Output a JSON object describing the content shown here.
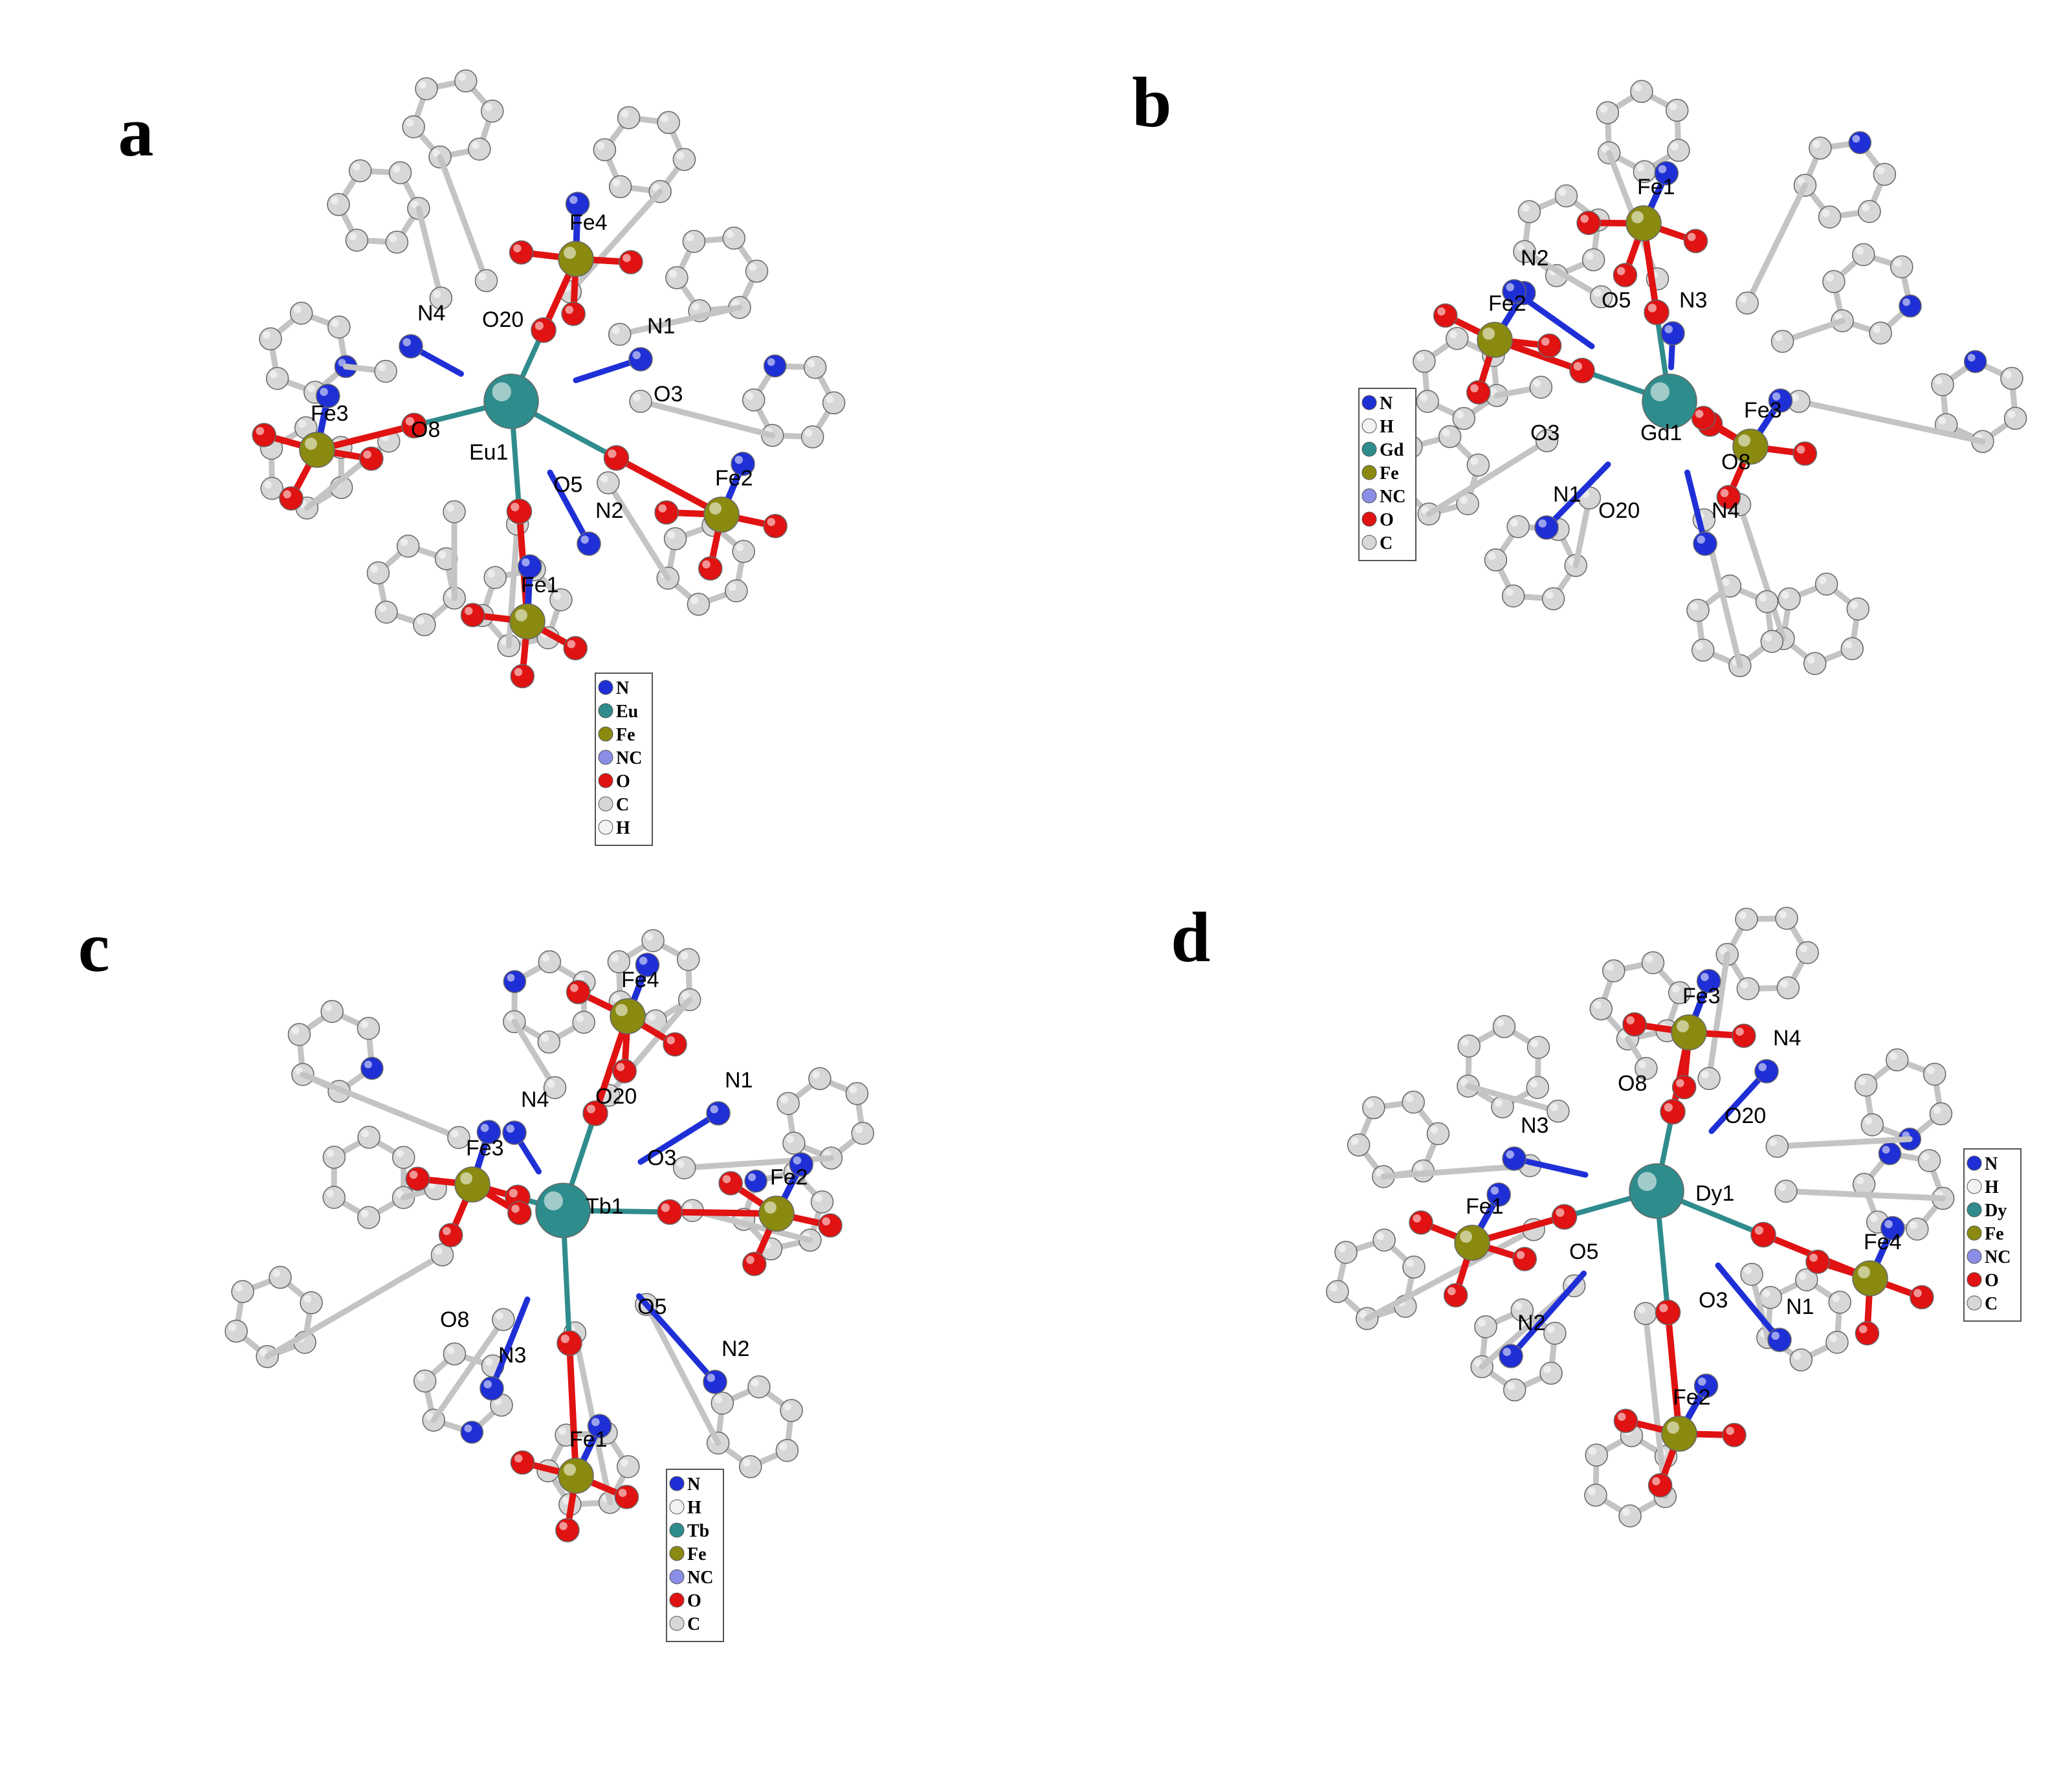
{
  "colors": {
    "background": "#ffffff",
    "carbon": "#d7d7d7",
    "carbon_edge": "#9a9a9a",
    "bond": "#c4c4c4",
    "nitrogen": "#1f2fd6",
    "oxygen": "#e01212",
    "iron": "#8a8a10",
    "lanthanide": "#2f8c8c",
    "hydrogen": "#f2f2f2",
    "nc": "#8b8ee6",
    "text": "#000000",
    "legend_border": "#555555"
  },
  "panels": [
    {
      "id": "a",
      "letter": "a",
      "center_metal": "Eu1",
      "labels": [
        "Fe4",
        "N4",
        "O20",
        "N1",
        "Fe3",
        "O8",
        "O3",
        "Eu1",
        "O5",
        "N2",
        "Fe2",
        "Fe1"
      ],
      "legend": [
        {
          "sym": "N",
          "color": "nitrogen"
        },
        {
          "sym": "Eu",
          "color": "lanthanide"
        },
        {
          "sym": "Fe",
          "color": "iron"
        },
        {
          "sym": "NC",
          "color": "nc"
        },
        {
          "sym": "O",
          "color": "oxygen"
        },
        {
          "sym": "C",
          "color": "carbon"
        },
        {
          "sym": "H",
          "color": "hydrogen"
        }
      ]
    },
    {
      "id": "b",
      "letter": "b",
      "center_metal": "Gd1",
      "labels": [
        "Fe1",
        "N2",
        "O5",
        "N3",
        "Fe2",
        "O3",
        "Gd1",
        "Fe3",
        "O8",
        "N1",
        "O20",
        "N4"
      ],
      "legend": [
        {
          "sym": "N",
          "color": "nitrogen"
        },
        {
          "sym": "H",
          "color": "hydrogen"
        },
        {
          "sym": "Gd",
          "color": "lanthanide"
        },
        {
          "sym": "Fe",
          "color": "iron"
        },
        {
          "sym": "NC",
          "color": "nc"
        },
        {
          "sym": "O",
          "color": "oxygen"
        },
        {
          "sym": "C",
          "color": "carbon"
        }
      ]
    },
    {
      "id": "c",
      "letter": "c",
      "center_metal": "Tb1",
      "labels": [
        "Fe4",
        "N4",
        "O20",
        "N1",
        "Fe3",
        "O3",
        "Tb1",
        "Fe2",
        "O8",
        "O5",
        "N3",
        "N2",
        "Fe1"
      ],
      "legend": [
        {
          "sym": "N",
          "color": "nitrogen"
        },
        {
          "sym": "H",
          "color": "hydrogen"
        },
        {
          "sym": "Tb",
          "color": "lanthanide"
        },
        {
          "sym": "Fe",
          "color": "iron"
        },
        {
          "sym": "NC",
          "color": "nc"
        },
        {
          "sym": "O",
          "color": "oxygen"
        },
        {
          "sym": "C",
          "color": "carbon"
        }
      ]
    },
    {
      "id": "d",
      "letter": "d",
      "center_metal": "Dy1",
      "labels": [
        "Fe3",
        "N4",
        "O8",
        "O20",
        "N3",
        "Fe1",
        "Dy1",
        "Fe4",
        "O5",
        "O3",
        "N1",
        "N2",
        "Fe2"
      ],
      "legend": [
        {
          "sym": "N",
          "color": "nitrogen"
        },
        {
          "sym": "H",
          "color": "hydrogen"
        },
        {
          "sym": "Dy",
          "color": "lanthanide"
        },
        {
          "sym": "Fe",
          "color": "iron"
        },
        {
          "sym": "NC",
          "color": "nc"
        },
        {
          "sym": "O",
          "color": "oxygen"
        },
        {
          "sym": "C",
          "color": "carbon"
        }
      ]
    }
  ]
}
